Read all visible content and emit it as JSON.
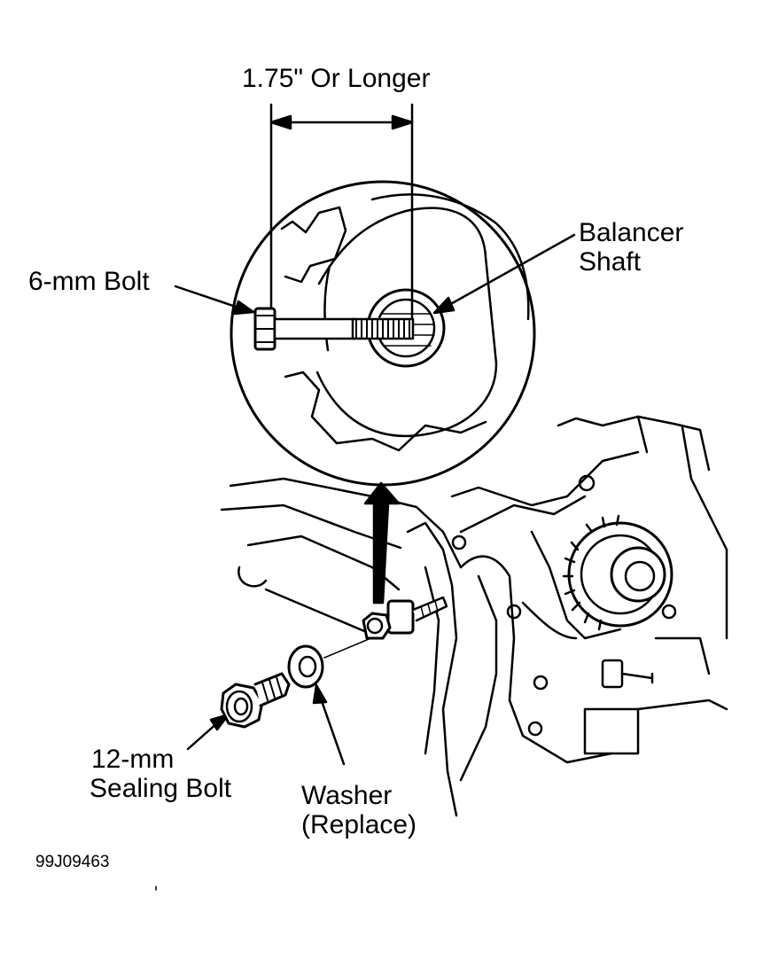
{
  "labels": {
    "dimension": "1.75\" Or Longer",
    "balancer_shaft_line1": "Balancer",
    "balancer_shaft_line2": "Shaft",
    "six_mm_bolt": "6-mm Bolt",
    "sealing_bolt_line1": "12-mm",
    "sealing_bolt_line2": "Sealing Bolt",
    "washer_line1": "Washer",
    "washer_line2": "(Replace)"
  },
  "figure_code": "99J09463",
  "colors": {
    "ink": "#000000",
    "paper": "#ffffff"
  }
}
